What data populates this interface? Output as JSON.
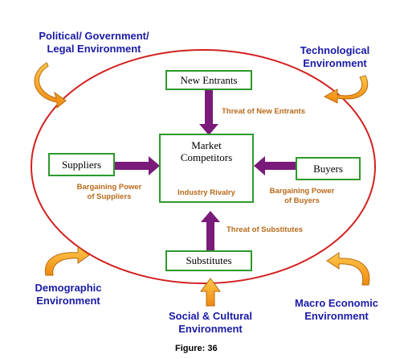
{
  "environments": {
    "political": {
      "line1": "Political/ Government/",
      "line2": "Legal Environment"
    },
    "technological": {
      "line1": "Technological",
      "line2": "Environment"
    },
    "demographic": {
      "line1": "Demographic",
      "line2": "Environment"
    },
    "social": {
      "line1": "Social & Cultural",
      "line2": "Environment"
    },
    "macro": {
      "line1": "Macro Economic",
      "line2": "Environment"
    }
  },
  "boxes": {
    "new_entrants": "New Entrants",
    "suppliers": "Suppliers",
    "buyers": "Buyers",
    "substitutes": "Substitutes",
    "center_line1": "Market",
    "center_line2": "Competitors",
    "center_line3": "Industry Rivalry"
  },
  "forces": {
    "new_entrants": "Threat of New Entrants",
    "substitutes": "Threat of Substitutes",
    "suppliers_line1": "Bargaining Power",
    "suppliers_line2": "of Suppliers",
    "buyers_line1": "Bargaining Power",
    "buyers_line2": "of Buyers"
  },
  "caption": "Figure: 36",
  "colors": {
    "environment_text": "#1a1aa6",
    "ellipse": "#d32020",
    "box_border": "#2d9a2d",
    "arrow": "#7a1a7a",
    "force_text": "#b86a1a",
    "rivalry_icon": "#cc22aa",
    "env_arrow_fill": "#f4a020",
    "env_arrow_stroke": "#b86a10"
  }
}
